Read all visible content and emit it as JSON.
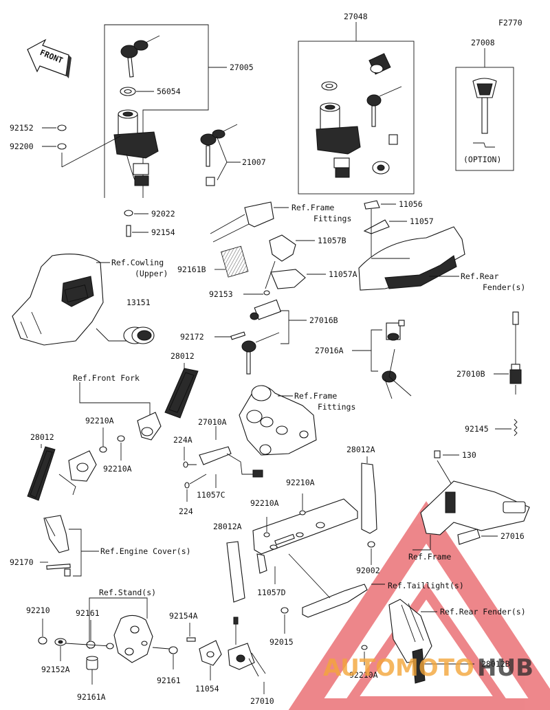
{
  "figure_code": "F2770",
  "front_arrow": "FRONT",
  "watermark": {
    "left": "AUTOMOTO",
    "right": "HUB"
  },
  "option_label": "(OPTION)",
  "parts": {
    "p27005": "27005",
    "p56054": "56054",
    "p92152": "92152",
    "p92200": "92200",
    "p92022": "92022",
    "p92154": "92154",
    "p21007": "21007",
    "p27048": "27048",
    "p27008": "27008",
    "p11056": "11056",
    "p11057": "11057",
    "p11057B": "11057B",
    "p92161B": "92161B",
    "p11057A": "11057A",
    "p92153": "92153",
    "p13151": "13151",
    "p27016B": "27016B",
    "p92172": "92172",
    "p27016A": "27016A",
    "p28012a": "28012",
    "p28012b": "28012",
    "p92210Aa": "92210A",
    "p92210Ab": "92210A",
    "p27010A": "27010A",
    "p224A": "224A",
    "p224": "224",
    "p11057C": "11057C",
    "p27010B": "27010B",
    "p92145": "92145",
    "p130": "130",
    "p28012A": "28012A",
    "p92210Ac": "92210A",
    "p92210Ad": "92210A",
    "p28012A2": "28012A",
    "p27016": "27016",
    "p92002": "92002",
    "p11057D": "11057D",
    "p92170": "92170",
    "p92210": "92210",
    "p92161a": "92161",
    "p92154A": "92154A",
    "p92152A": "92152A",
    "p92161b": "92161",
    "p11054": "11054",
    "p92161A": "92161A",
    "p27010": "27010",
    "p92015": "92015",
    "p92210Ae": "92210A",
    "p28012B": "28012B"
  },
  "refs": {
    "frame1_l1": "Ref.Frame",
    "frame1_l2": "Fittings",
    "cowl_l1": "Ref.Cowling",
    "cowl_l2": "(Upper)",
    "rear1_l1": "Ref.Rear",
    "rear1_l2": "Fender(s)",
    "frame2_l1": "Ref.Frame",
    "frame2_l2": "Fittings",
    "front_fork": "Ref.Front Fork",
    "engine_cover": "Ref.Engine Cover(s)",
    "frame3": "Ref.Frame",
    "taillight": "Ref.Taillight(s)",
    "stand": "Ref.Stand(s)",
    "rear2": "Ref.Rear Fender(s)"
  }
}
